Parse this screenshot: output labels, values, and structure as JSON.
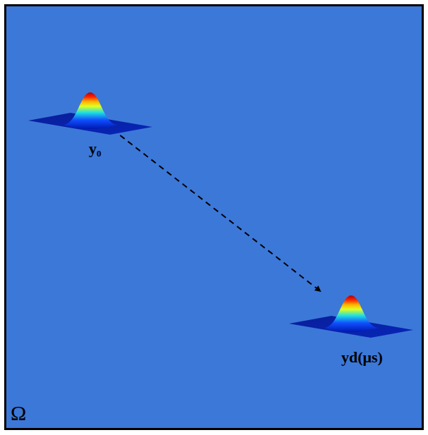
{
  "diagram": {
    "nodes": [
      {
        "text": [
          "Ω"
        ]
      },
      {
        "text": [
          "y₀"
        ],
        "in": 0
      },
      {
        "text": [
          "yd(μs)"
        ],
        "in": 0
      }
    ],
    "edges": [
      {
        "from": 1,
        "to": 2,
        "arrow": "to"
      }
    ]
  }
}
